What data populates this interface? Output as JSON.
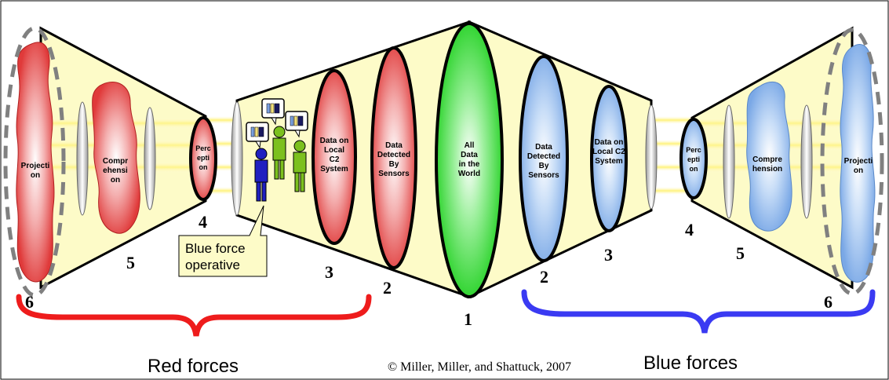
{
  "left_side": {
    "projection": [
      "Projecti",
      "on"
    ],
    "comprehension": [
      "Compr",
      "ehensi",
      "on"
    ],
    "perception": [
      "Perc",
      "epti",
      "on"
    ],
    "local_c2": [
      "Data on",
      "Local",
      "C2",
      "System"
    ],
    "sensors": [
      "Data",
      "Detected",
      "By",
      "Sensors"
    ]
  },
  "center": {
    "all_data": [
      "All",
      "Data",
      "in the",
      "World"
    ]
  },
  "right_side": {
    "sensors": [
      "Data",
      "Detected",
      "By",
      "Sensors"
    ],
    "local_c2": [
      "Data on",
      "Local C2",
      "System"
    ],
    "perception": [
      "Perc",
      "epti",
      "on"
    ],
    "comprehension": [
      "Compre",
      "hension"
    ],
    "projection": [
      "Projecti",
      "on"
    ]
  },
  "numbers": {
    "center": "1",
    "left_2": "2",
    "left_3": "3",
    "left_4": "4",
    "left_5": "5",
    "left_6": "6",
    "right_2": "2",
    "right_3": "3",
    "right_4": "4",
    "right_5": "5",
    "right_6": "6"
  },
  "callout": [
    "Blue force",
    "operative"
  ],
  "braces": {
    "red_label": "Red forces",
    "blue_label": "Blue forces",
    "red_color": "#ee1c1c",
    "blue_color": "#3a3af2"
  },
  "copyright": "© Miller, Miller, and Shattuck, 2007",
  "colors": {
    "cone_fill": "#fdfbc8",
    "beam": "#fff6a0",
    "red_blob": "#e65050",
    "blue_blob": "#8ab8ee",
    "green": "#2fd62f",
    "figure_blue": "#2020c0",
    "figure_green": "#7cc01e"
  }
}
